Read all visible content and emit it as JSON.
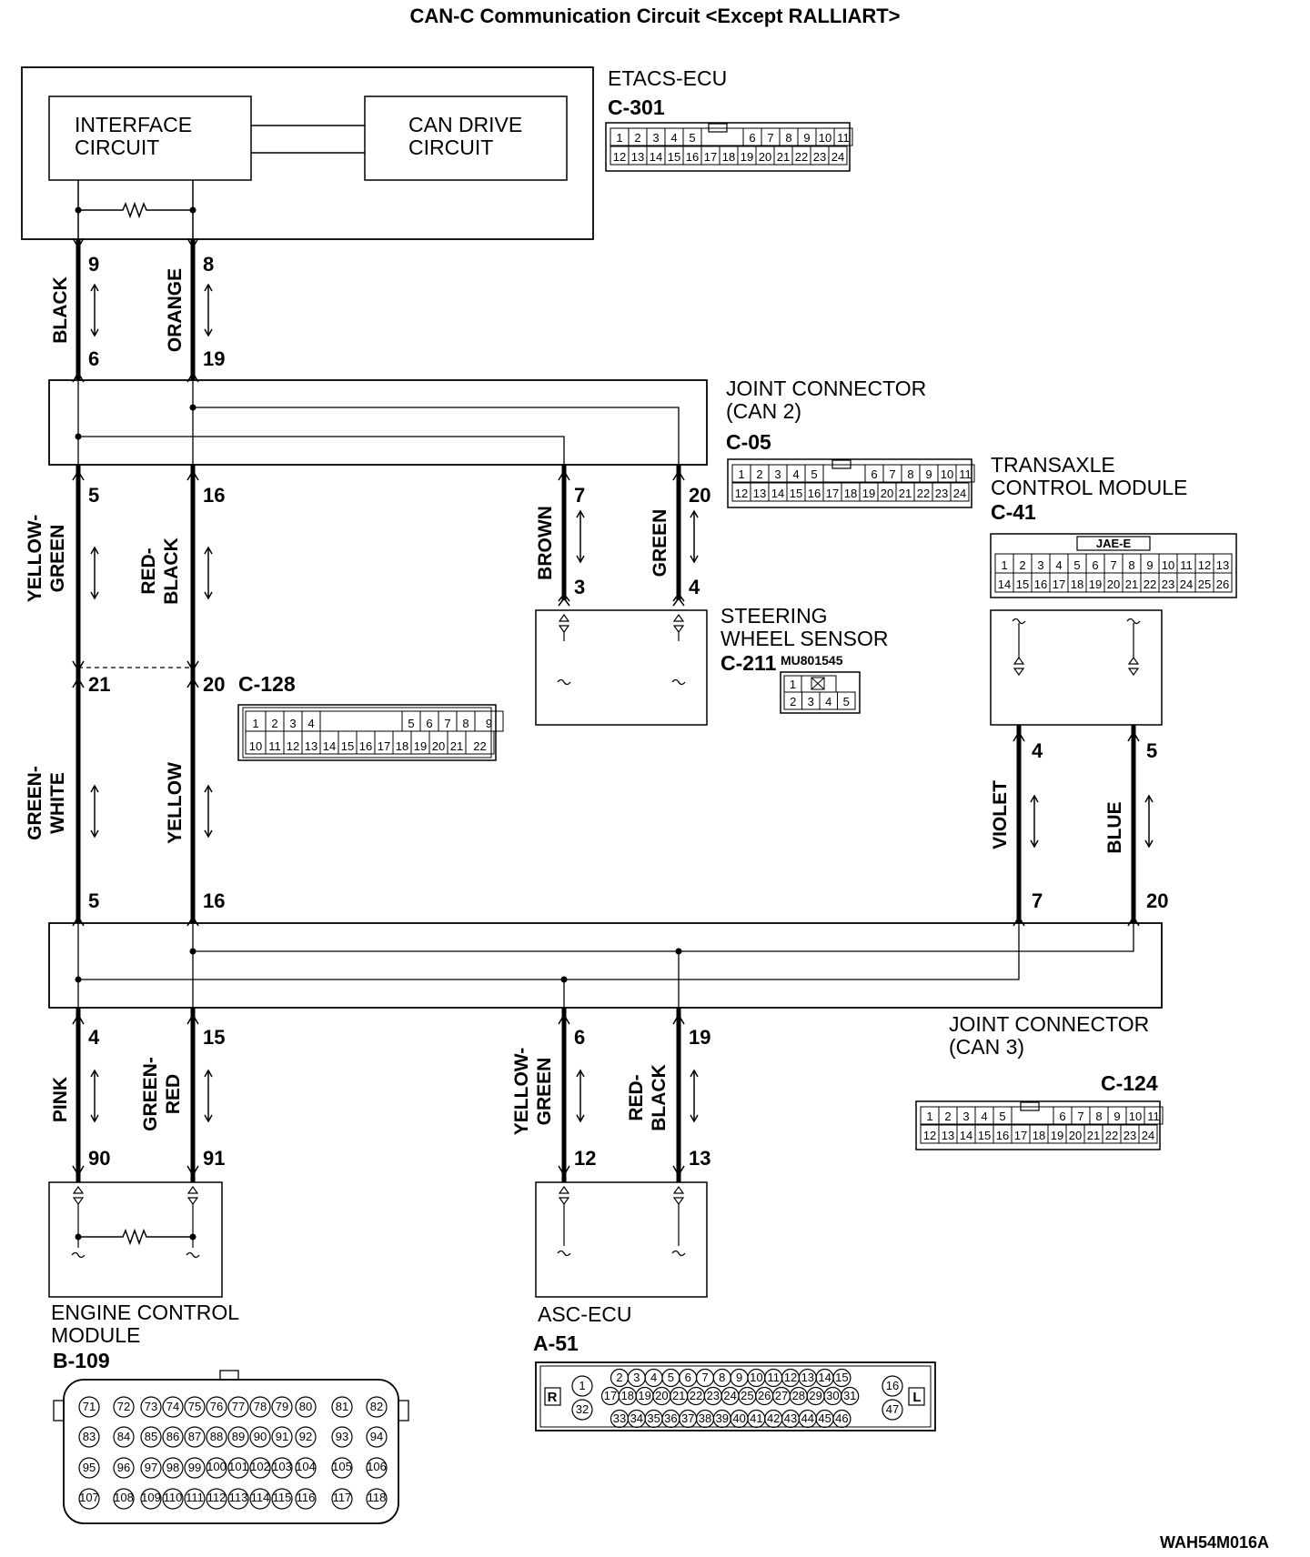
{
  "title": "CAN-C Communication Circuit <Except RALLIART>",
  "figure_code": "WAH54M016A",
  "components": {
    "etacs": {
      "name": "ETACS-ECU",
      "connector": "C-301"
    },
    "interface": {
      "line1": "INTERFACE",
      "line2": "CIRCUIT"
    },
    "can_drive": {
      "line1": "CAN DRIVE",
      "line2": "CIRCUIT"
    },
    "jc2": {
      "line1": "JOINT CONNECTOR",
      "line2": "(CAN 2)",
      "connector": "C-05"
    },
    "tcm": {
      "line1": "TRANSAXLE",
      "line2": "CONTROL MODULE",
      "connector": "C-41",
      "connector_tag": "JAE-E"
    },
    "sws": {
      "line1": "STEERING",
      "line2": "WHEEL SENSOR",
      "connector": "C-211",
      "part_no": "MU801545"
    },
    "c128": {
      "connector": "C-128"
    },
    "jc3": {
      "line1": "JOINT CONNECTOR",
      "line2": "(CAN 3)",
      "connector": "C-124"
    },
    "ecm": {
      "line1": "ENGINE CONTROL",
      "line2": "MODULE",
      "connector": "B-109"
    },
    "asc": {
      "name": "ASC-ECU",
      "connector": "A-51",
      "side_r": "R",
      "side_l": "L"
    }
  },
  "wires": [
    {
      "id": "w1",
      "line1": "BLACK",
      "line2": "",
      "pin_top": "9",
      "pin_bottom": "6"
    },
    {
      "id": "w2",
      "line1": "ORANGE",
      "line2": "",
      "pin_top": "8",
      "pin_bottom": "19"
    },
    {
      "id": "w3",
      "line1": "YELLOW-",
      "line2": "GREEN",
      "pin_top": "5",
      "pin_bottom": "21"
    },
    {
      "id": "w4",
      "line1": "RED-",
      "line2": "BLACK",
      "pin_top": "16",
      "pin_bottom": "20"
    },
    {
      "id": "w5",
      "line1": "BROWN",
      "line2": "",
      "pin_top": "7",
      "pin_bottom": "3"
    },
    {
      "id": "w6",
      "line1": "GREEN",
      "line2": "",
      "pin_top": "20",
      "pin_bottom": "4"
    },
    {
      "id": "w7",
      "line1": "GREEN-",
      "line2": "WHITE",
      "pin_top": "21",
      "pin_bottom": "5"
    },
    {
      "id": "w8",
      "line1": "YELLOW",
      "line2": "",
      "pin_top": "20",
      "pin_bottom": "16"
    },
    {
      "id": "w9",
      "line1": "VIOLET",
      "line2": "",
      "pin_top": "4",
      "pin_bottom": "7"
    },
    {
      "id": "w10",
      "line1": "BLUE",
      "line2": "",
      "pin_top": "5",
      "pin_bottom": "20"
    },
    {
      "id": "w11",
      "line1": "PINK",
      "line2": "",
      "pin_top": "4",
      "pin_bottom": "90"
    },
    {
      "id": "w12",
      "line1": "GREEN-",
      "line2": "RED",
      "pin_top": "15",
      "pin_bottom": "91"
    },
    {
      "id": "w13",
      "line1": "YELLOW-",
      "line2": "GREEN",
      "pin_top": "6",
      "pin_bottom": "12"
    },
    {
      "id": "w14",
      "line1": "RED-",
      "line2": "BLACK",
      "pin_top": "19",
      "pin_bottom": "13"
    }
  ],
  "connector_faces": {
    "c301": {
      "row1": [
        "1",
        "2",
        "3",
        "4",
        "5",
        "",
        "6",
        "7",
        "8",
        "9",
        "10",
        "11"
      ],
      "row2": [
        "12",
        "13",
        "14",
        "15",
        "16",
        "17",
        "18",
        "19",
        "20",
        "21",
        "22",
        "23",
        "24"
      ]
    },
    "c05": {
      "row1": [
        "1",
        "2",
        "3",
        "4",
        "5",
        "",
        "6",
        "7",
        "8",
        "9",
        "10",
        "11"
      ],
      "row2": [
        "12",
        "13",
        "14",
        "15",
        "16",
        "17",
        "18",
        "19",
        "20",
        "21",
        "22",
        "23",
        "24"
      ]
    },
    "c124": {
      "row1": [
        "1",
        "2",
        "3",
        "4",
        "5",
        "",
        "6",
        "7",
        "8",
        "9",
        "10",
        "11"
      ],
      "row2": [
        "12",
        "13",
        "14",
        "15",
        "16",
        "17",
        "18",
        "19",
        "20",
        "21",
        "22",
        "23",
        "24"
      ]
    },
    "c41": {
      "row1": [
        "1",
        "2",
        "3",
        "4",
        "5",
        "6",
        "7",
        "8",
        "9",
        "10",
        "11",
        "12",
        "13"
      ],
      "row2": [
        "14",
        "15",
        "16",
        "17",
        "18",
        "19",
        "20",
        "21",
        "22",
        "23",
        "24",
        "25",
        "26"
      ]
    },
    "c128": {
      "row1": [
        "1",
        "2",
        "3",
        "4",
        "",
        "5",
        "6",
        "7",
        "8",
        "9"
      ],
      "row2": [
        "10",
        "11",
        "12",
        "13",
        "14",
        "15",
        "16",
        "17",
        "18",
        "19",
        "20",
        "21",
        "22"
      ]
    },
    "c211": {
      "row1": [
        "1",
        ""
      ],
      "row2": [
        "2",
        "3",
        "4",
        "5"
      ]
    },
    "b109": [
      [
        "71",
        "72",
        "73",
        "74",
        "75",
        "76",
        "77",
        "78",
        "79",
        "80",
        "81",
        "82"
      ],
      [
        "83",
        "84",
        "85",
        "86",
        "87",
        "88",
        "89",
        "90",
        "91",
        "92",
        "93",
        "94"
      ],
      [
        "95",
        "96",
        "97",
        "98",
        "99",
        "100",
        "101",
        "102",
        "103",
        "104",
        "105",
        "106"
      ],
      [
        "107",
        "108",
        "109",
        "110",
        "111",
        "112",
        "113",
        "114",
        "115",
        "116",
        "117",
        "118"
      ]
    ],
    "a51": {
      "left": [
        "1",
        "32"
      ],
      "row1": [
        "2",
        "3",
        "4",
        "5",
        "6",
        "7",
        "8",
        "9",
        "10",
        "11",
        "12",
        "13",
        "14",
        "15"
      ],
      "row2": [
        "17",
        "18",
        "19",
        "20",
        "21",
        "22",
        "23",
        "24",
        "25",
        "26",
        "27",
        "28",
        "29",
        "30",
        "31"
      ],
      "row3": [
        "33",
        "34",
        "35",
        "36",
        "37",
        "38",
        "39",
        "40",
        "41",
        "42",
        "43",
        "44",
        "45",
        "46"
      ],
      "right": [
        "16",
        "47"
      ]
    }
  }
}
